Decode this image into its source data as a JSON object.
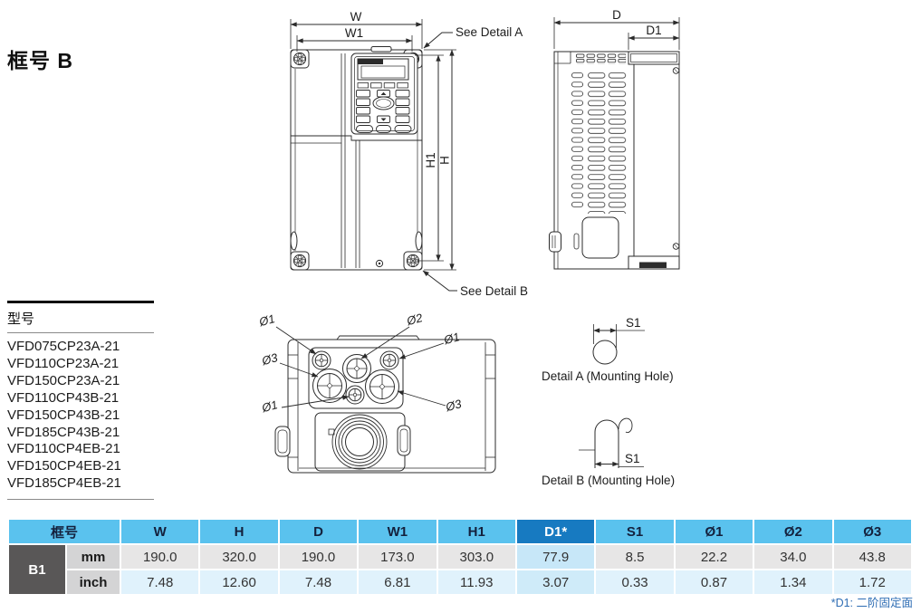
{
  "page": {
    "frame_title": "框号 B",
    "footnote": "*D1: 二阶固定面"
  },
  "model_list": {
    "heading": "型号",
    "models": [
      "VFD075CP23A-21",
      "VFD110CP23A-21",
      "VFD150CP23A-21",
      "VFD110CP43B-21",
      "VFD150CP43B-21",
      "VFD185CP43B-21",
      "VFD110CP4EB-21",
      "VFD150CP4EB-21",
      "VFD185CP4EB-21"
    ]
  },
  "drawing": {
    "front_view": {
      "w": "W",
      "w1": "W1",
      "h": "H",
      "h1": "H1",
      "see_detail_a": "See Detail A",
      "see_detail_b": "See Detail B"
    },
    "side_view": {
      "d": "D",
      "d1": "D1"
    },
    "bottom_view": {
      "callout_top_left": "Ø1",
      "callout_top_center": "Ø2",
      "callout_top_right": "Ø1",
      "callout_mid_left": "Ø3",
      "callout_bottom_left": "Ø1",
      "callout_bottom_right": "Ø3"
    },
    "detail_a": {
      "dim": "S1",
      "caption": "Detail A (Mounting Hole)"
    },
    "detail_b": {
      "dim": "S1",
      "caption": "Detail B (Mounting Hole)"
    }
  },
  "table": {
    "header": {
      "frame": "框号",
      "columns": [
        "W",
        "H",
        "D",
        "W1",
        "H1",
        "D1*",
        "S1",
        "Ø1",
        "Ø2",
        "Ø3"
      ]
    },
    "frame_id": "B1",
    "rows": [
      {
        "unit": "mm",
        "values": [
          "190.0",
          "320.0",
          "190.0",
          "173.0",
          "303.0",
          "77.9",
          "8.5",
          "22.2",
          "34.0",
          "43.8"
        ]
      },
      {
        "unit": "inch",
        "values": [
          "7.48",
          "12.60",
          "7.48",
          "6.81",
          "11.93",
          "3.07",
          "0.33",
          "0.87",
          "1.34",
          "1.72"
        ]
      }
    ]
  },
  "colors": {
    "header_blue": "#5ac2ee",
    "d1_header_blue": "#177ac1",
    "frame_cell_gray": "#595757",
    "unit_cell_gray": "#d4d4d5",
    "mm_row_gray": "#e7e6e6",
    "inch_row_blue": "#e0f2fc",
    "d1_mm_blue": "#c7e7f8",
    "d1_inch_blue": "#cfebf9",
    "footnote_blue": "#2e6db4",
    "line_black": "#2b2b2b"
  }
}
